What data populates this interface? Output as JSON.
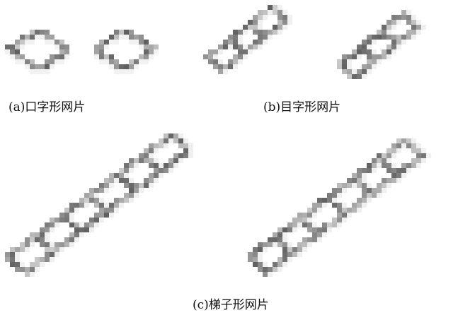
{
  "captions": {
    "a": "(a)口字形网片",
    "b": "(b)目字形网片",
    "c": "(c)梯子形网片"
  }
}
